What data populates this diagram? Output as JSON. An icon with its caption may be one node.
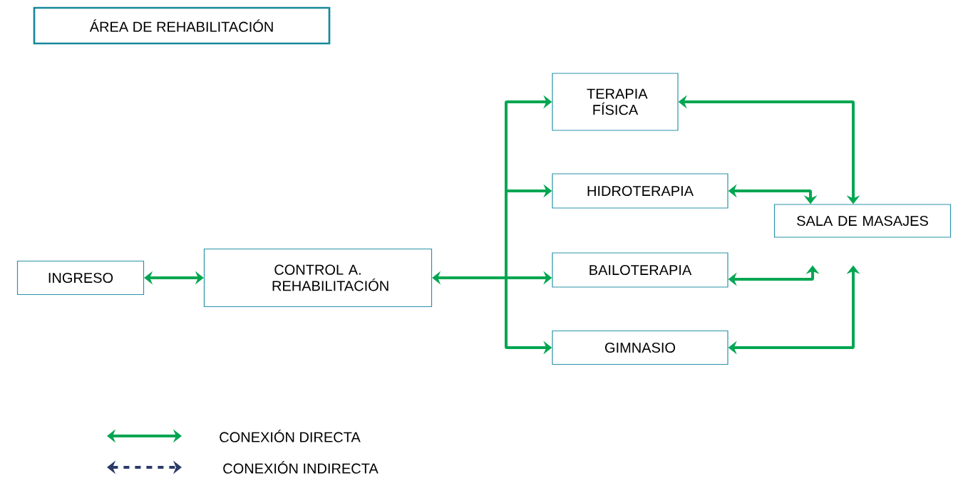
{
  "diagram": {
    "title": "ÁREA DE REHABILITACIÓN",
    "nodes": [
      {
        "text": [
          "INGRESO"
        ]
      },
      {
        "text": [
          "CONTROL A. REHABILITACIÓN"
        ]
      },
      {
        "text": [
          "TERAPIA FÍSICA"
        ]
      },
      {
        "text": [
          "HIDROTERAPIA"
        ]
      },
      {
        "text": [
          "BAILOTERAPIA"
        ]
      },
      {
        "text": [
          "GIMNASIO"
        ]
      },
      {
        "text": [
          "SALA DE MASAJES"
        ]
      }
    ],
    "edges": [
      {
        "from": 0,
        "to": 1,
        "arrow": "both"
      },
      {
        "from": 1,
        "to": 2,
        "arrow": "both"
      },
      {
        "from": 1,
        "to": 3,
        "arrow": "both"
      },
      {
        "from": 1,
        "to": 4,
        "arrow": "both"
      },
      {
        "from": 1,
        "to": 5,
        "arrow": "both"
      },
      {
        "from": 2,
        "to": 6,
        "arrow": "both"
      },
      {
        "from": 3,
        "to": 6,
        "arrow": "both"
      },
      {
        "from": 4,
        "to": 6,
        "arrow": "both"
      },
      {
        "from": 5,
        "to": 6,
        "arrow": "both"
      }
    ],
    "legend": [
      {
        "text": "CONEXIÓN DIRECTA"
      },
      {
        "text": "CONEXIÓN INDIRECTA"
      }
    ]
  }
}
